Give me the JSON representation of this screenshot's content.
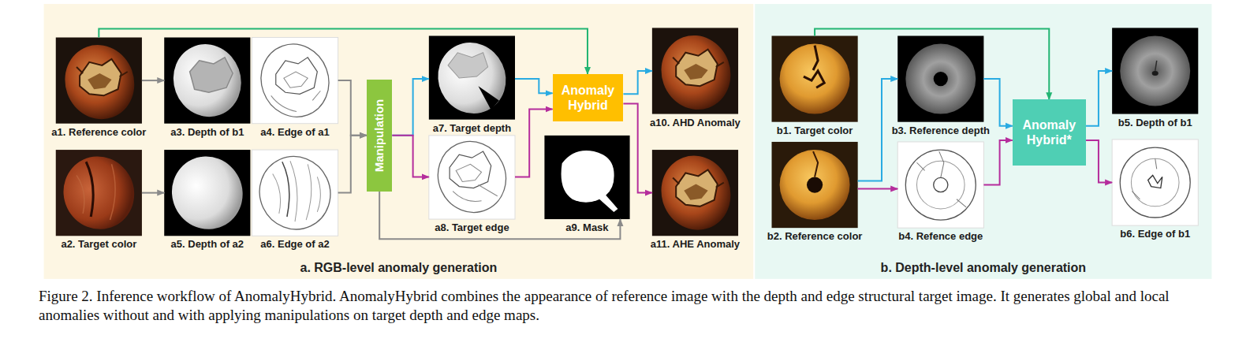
{
  "diagram": {
    "caption": "Figure 2. Inference workflow of AnomalyHybrid. AnomalyHybrid combines the appearance of reference image with the depth and edge structural target image. It generates global and local anomalies without and with applying manipulations on target depth and edge maps.",
    "nodes": [
      {
        "text": [
          "a. RGB-level anomaly generation"
        ]
      },
      {
        "text": [
          "a1. Reference color"
        ],
        "in": 0
      },
      {
        "text": [
          "a3. Depth of b1"
        ],
        "in": 0
      },
      {
        "text": [
          "a4. Edge of a1"
        ],
        "in": 0
      },
      {
        "text": [
          "a2. Target color"
        ],
        "in": 0
      },
      {
        "text": [
          "a5. Depth of a2"
        ],
        "in": 0
      },
      {
        "text": [
          "a6. Edge of a2"
        ],
        "in": 0
      },
      {
        "text": [
          "Manipulation"
        ],
        "in": 0
      },
      {
        "text": [
          "a7. Target depth"
        ],
        "in": 0
      },
      {
        "text": [
          "a8. Target edge"
        ],
        "in": 0
      },
      {
        "text": [
          "Anomaly Hybrid"
        ],
        "in": 0
      },
      {
        "text": [
          "a9. Mask"
        ],
        "in": 0
      },
      {
        "text": [
          "a10. AHD Anomaly"
        ],
        "in": 0
      },
      {
        "text": [
          "a11. AHE Anomaly"
        ],
        "in": 0
      },
      {
        "text": [
          "b. Depth-level anomaly generation"
        ]
      },
      {
        "text": [
          "b1. Target color"
        ],
        "in": 14
      },
      {
        "text": [
          "b2. Reference color"
        ],
        "in": 14
      },
      {
        "text": [
          "b3. Reference depth"
        ],
        "in": 14
      },
      {
        "text": [
          "b4. Refence edge"
        ],
        "in": 14
      },
      {
        "text": [
          "Anomaly Hybrid*"
        ],
        "in": 14
      },
      {
        "text": [
          "b5. Depth of b1"
        ],
        "in": 14
      },
      {
        "text": [
          "b6. Edge of b1"
        ],
        "in": 14
      }
    ],
    "edges": [
      {
        "from": 1,
        "to": 2,
        "arrow": "to"
      },
      {
        "from": 4,
        "to": 5,
        "arrow": "to"
      },
      {
        "from": 3,
        "to": 7,
        "arrow": "to"
      },
      {
        "from": 6,
        "to": 7,
        "arrow": "to"
      },
      {
        "from": 7,
        "to": 8,
        "arrow": "to"
      },
      {
        "from": 7,
        "to": 9,
        "arrow": "to"
      },
      {
        "from": 7,
        "to": 11,
        "arrow": "to"
      },
      {
        "from": 1,
        "to": 10,
        "arrow": "to"
      },
      {
        "from": 8,
        "to": 10,
        "arrow": "to"
      },
      {
        "from": 9,
        "to": 10,
        "arrow": "to"
      },
      {
        "from": 10,
        "to": 12,
        "arrow": "to"
      },
      {
        "from": 10,
        "to": 13,
        "arrow": "to"
      },
      {
        "from": 15,
        "to": 19,
        "arrow": "to"
      },
      {
        "from": 16,
        "to": 17,
        "arrow": "to"
      },
      {
        "from": 16,
        "to": 18,
        "arrow": "to"
      },
      {
        "from": 17,
        "to": 19,
        "arrow": "to"
      },
      {
        "from": 18,
        "to": 19,
        "arrow": "to"
      },
      {
        "from": 19,
        "to": 20,
        "arrow": "to"
      },
      {
        "from": 19,
        "to": 21,
        "arrow": "to"
      }
    ]
  }
}
